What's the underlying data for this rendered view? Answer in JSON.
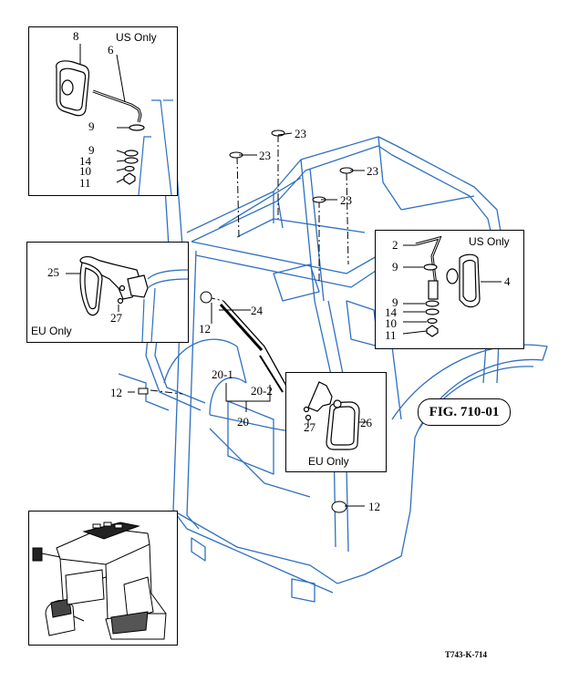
{
  "figure": {
    "title": "FIG. 710-01",
    "drawing_code": "T743-K-714"
  },
  "notes": {
    "us_only_top": "US Only",
    "us_only_right": "US Only",
    "eu_only_left": "EU Only",
    "eu_only_center": "EU Only"
  },
  "callouts": {
    "c8": "8",
    "c6": "6",
    "c9a": "9",
    "c9b": "9",
    "c14a": "14",
    "c10a": "10",
    "c11a": "11",
    "c23a": "23",
    "c23b": "23",
    "c23c": "23",
    "c23d": "23",
    "c2": "2",
    "c9c": "9",
    "c4": "4",
    "c9d": "9",
    "c14b": "14",
    "c10b": "10",
    "c11b": "11",
    "c25": "25",
    "c27a": "27",
    "c12a": "12",
    "c24": "24",
    "c20_1": "20-1",
    "c20_2": "20-2",
    "c20": "20",
    "c12b": "12",
    "c27b": "27",
    "c26": "26",
    "c12c": "12"
  },
  "colors": {
    "cab_line": "#2f6fc0",
    "ink": "#000000"
  }
}
